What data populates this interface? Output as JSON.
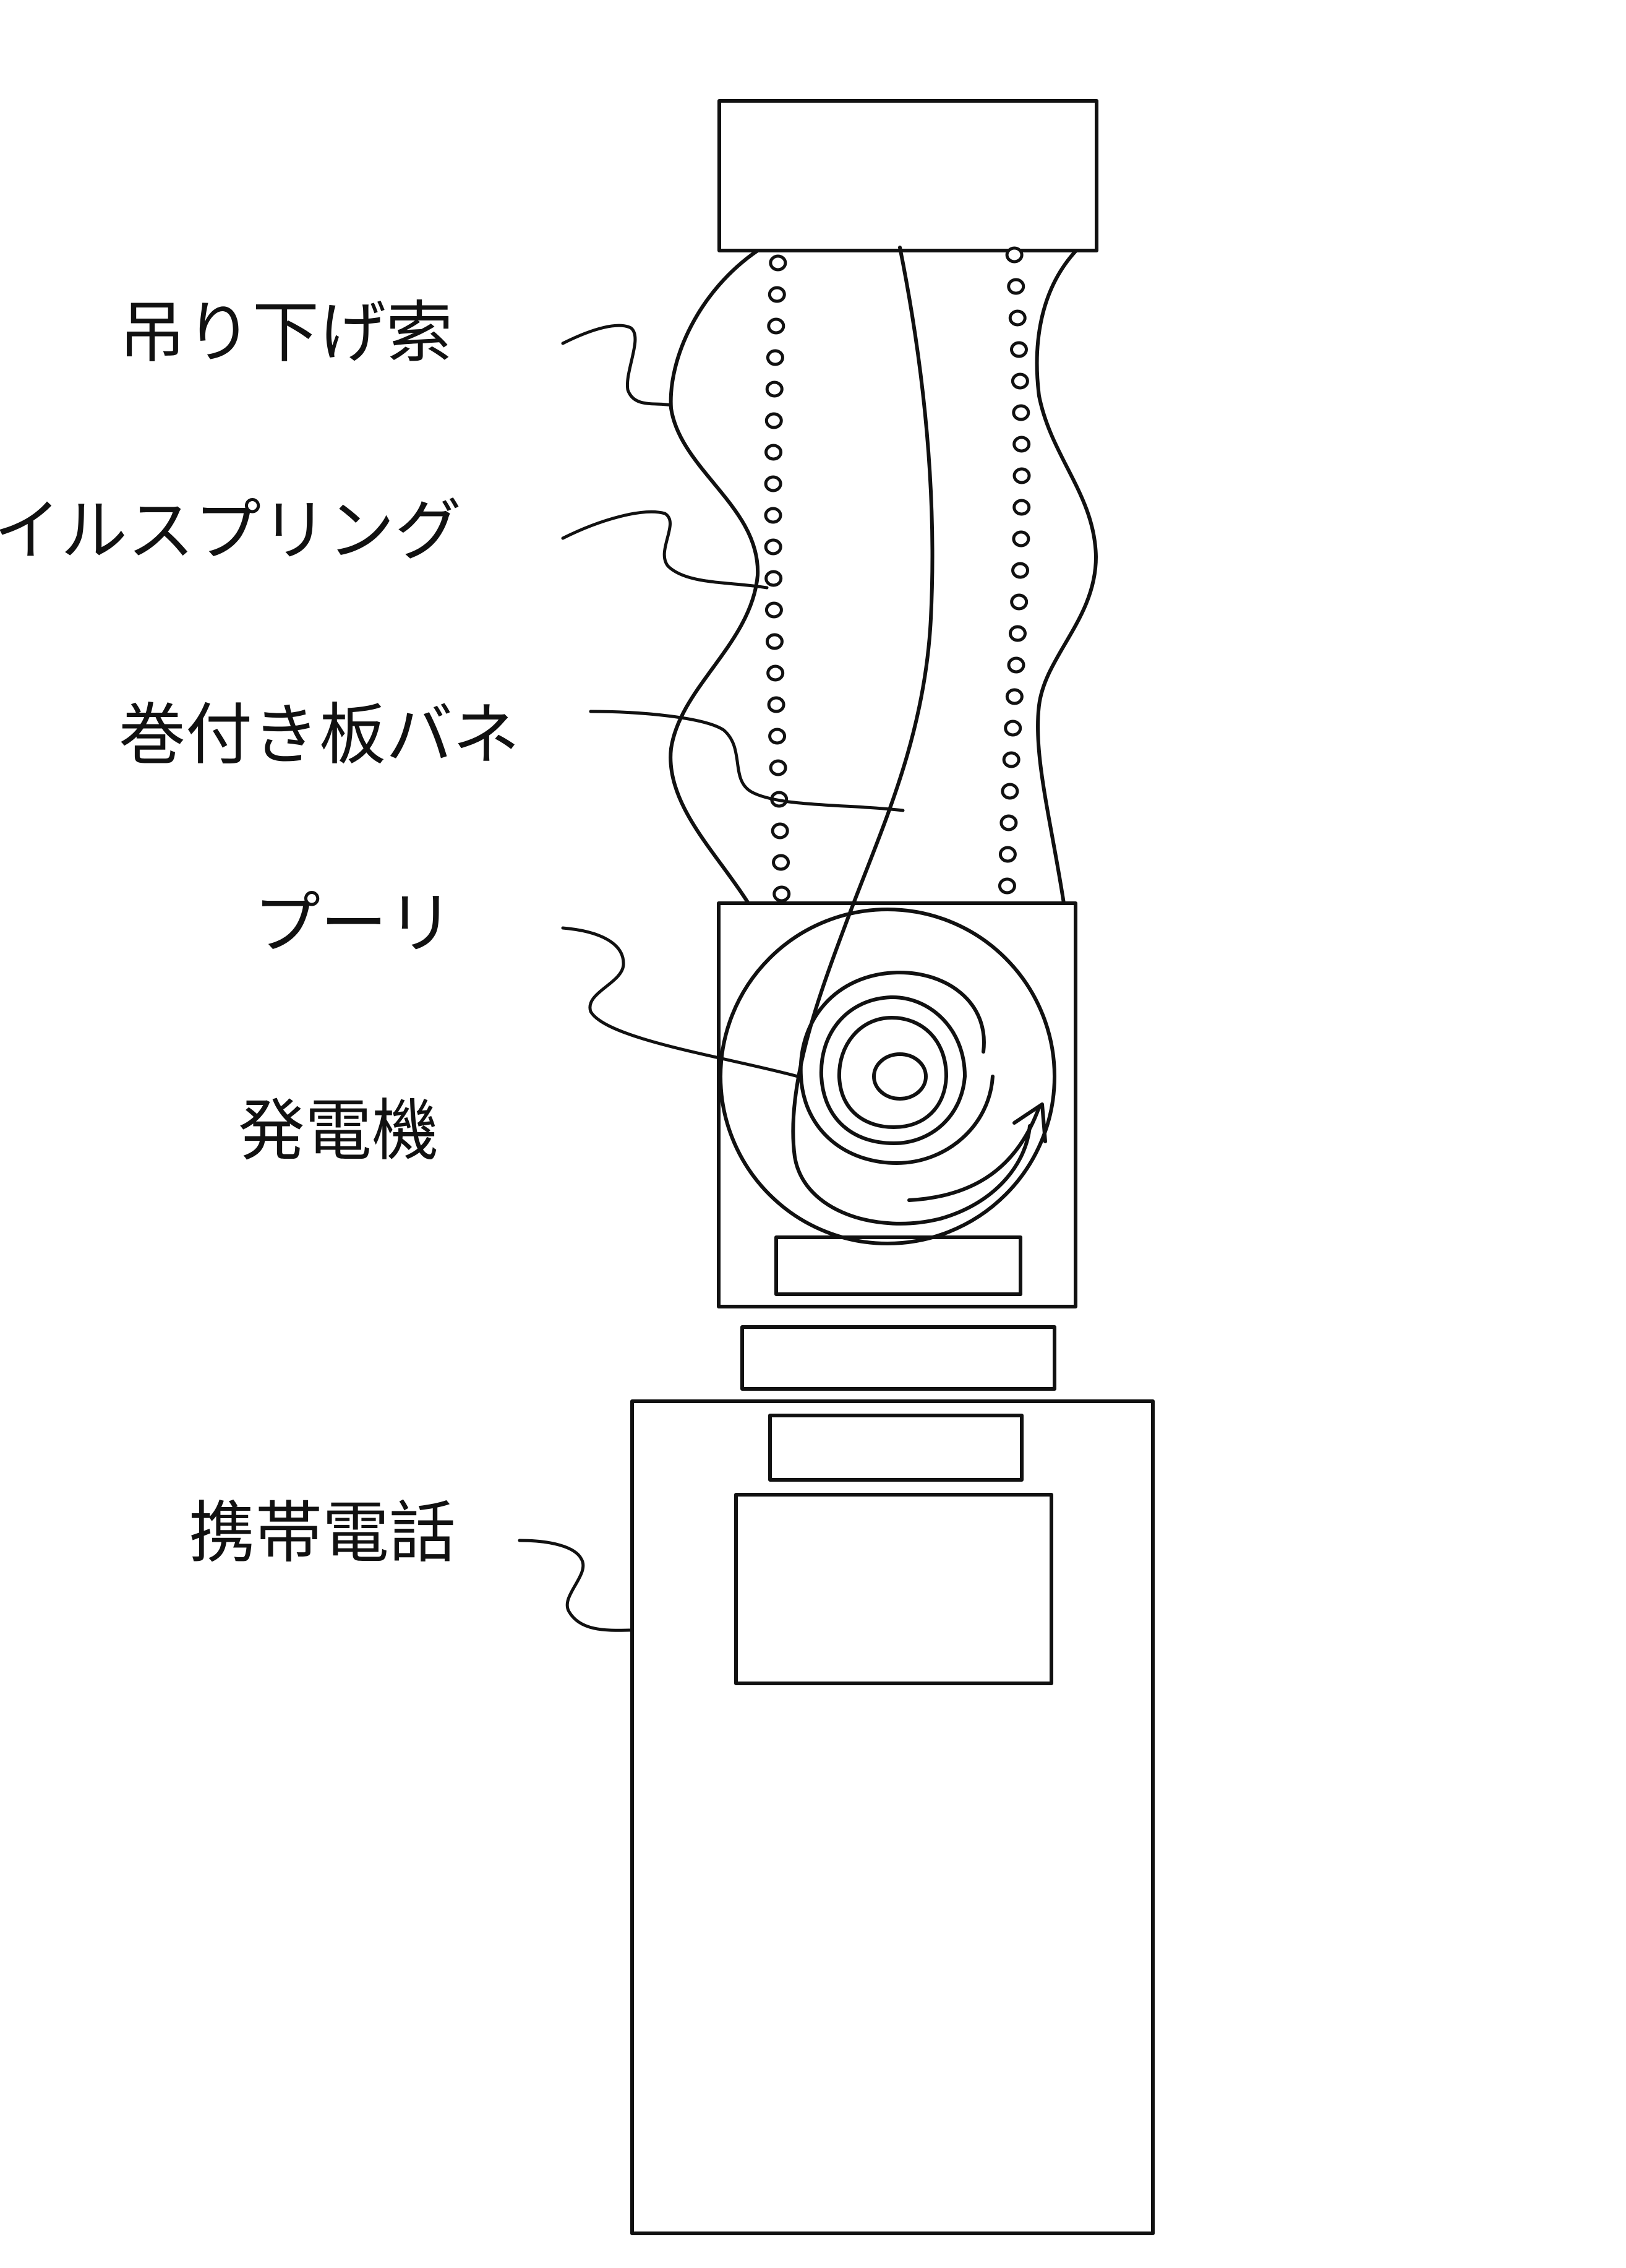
{
  "labels": {
    "suspension_cord": "吊り下げ索",
    "coil_spring": "イルスプリング",
    "wound_leaf_spring": "巻付き板バネ",
    "pulley": "プーリ",
    "generator": "発電機",
    "mobile_phone": "携帯電話"
  },
  "colors": {
    "ink": "#111111",
    "paper": "#ffffff"
  }
}
